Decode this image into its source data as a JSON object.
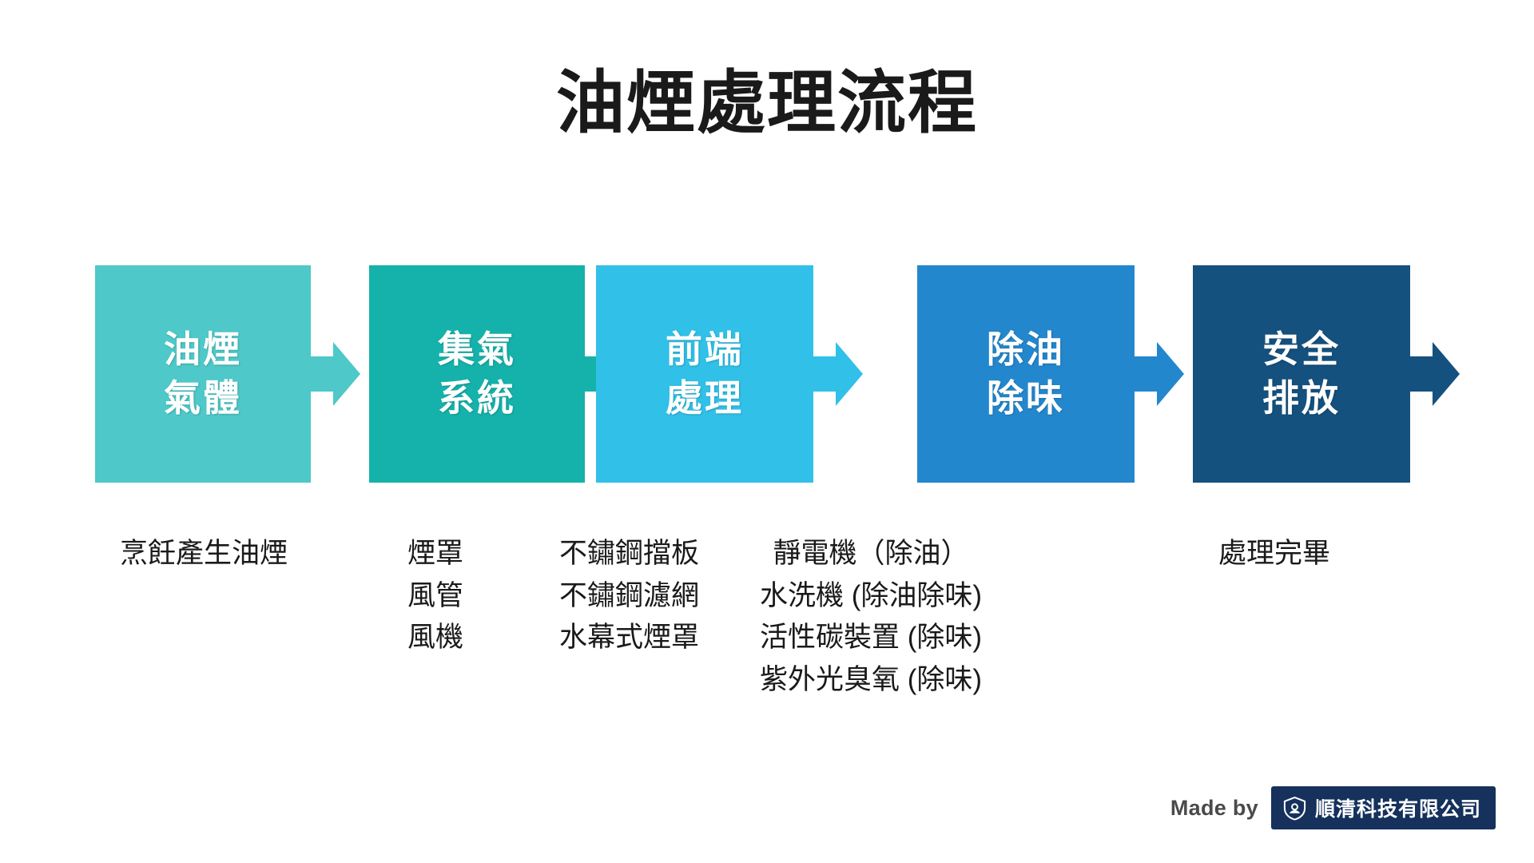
{
  "page": {
    "title": "油煙處理流程",
    "background": "#ffffff",
    "title_color": "#1a1a1a"
  },
  "flow": {
    "steps": [
      {
        "id": "step-1",
        "line1": "油煙",
        "line2": "氣體",
        "color": "#4ec8c8",
        "arrow_color": "#4ec8c8",
        "caption": [
          "烹飪產生油煙"
        ]
      },
      {
        "id": "step-2",
        "line1": "集氣",
        "line2": "系統",
        "color": "#15b2ab",
        "arrow_color": "#15b2ab",
        "caption": [
          "煙罩",
          "風管",
          "風機"
        ]
      },
      {
        "id": "step-3",
        "line1": "前端",
        "line2": "處理",
        "color": "#31c0e8",
        "arrow_color": "#31c0e8",
        "caption": [
          "不鏽鋼擋板",
          "不鏽鋼濾網",
          "水幕式煙罩"
        ]
      },
      {
        "id": "step-4",
        "line1": "除油",
        "line2": "除味",
        "color": "#2387ce",
        "arrow_color": "#2387ce",
        "caption": [
          "靜電機（除油）",
          "水洗機 (除油除味)",
          "活性碳裝置 (除味)",
          "紫外光臭氧 (除味)"
        ]
      },
      {
        "id": "step-5",
        "line1": "安全",
        "line2": "排放",
        "color": "#15517f",
        "arrow_color": "#15517f",
        "caption": [
          "處理完畢"
        ]
      }
    ]
  },
  "footer": {
    "made_by_label": "Made by",
    "logo_name": "順清科技有限公司",
    "logo_background": "#15315c",
    "logo_icon": "shield-icon"
  }
}
